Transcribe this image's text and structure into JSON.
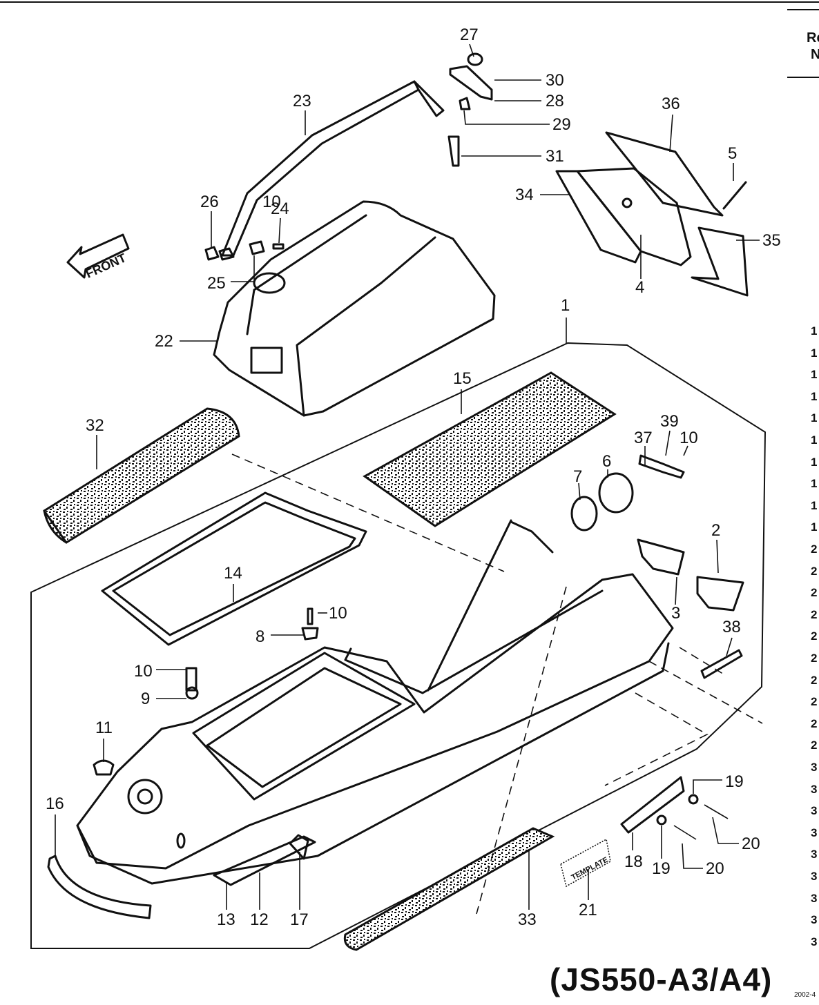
{
  "title": "(JS550-A3/A4)",
  "sheet_code": "2002-4",
  "front_label": "FRONT",
  "template_label": "TEMPLATE",
  "margin_header": [
    "Re",
    "N"
  ],
  "callouts": [
    "1",
    "2",
    "3",
    "4",
    "5",
    "6",
    "7",
    "8",
    "9",
    "10",
    "10",
    "10",
    "10",
    "11",
    "12",
    "13",
    "14",
    "15",
    "16",
    "17",
    "18",
    "19",
    "19",
    "20",
    "20",
    "21",
    "22",
    "23",
    "24",
    "25",
    "26",
    "27",
    "28",
    "29",
    "30",
    "31",
    "32",
    "33",
    "34",
    "35",
    "36",
    "37",
    "38",
    "39"
  ],
  "margin_column": [
    "1",
    "1",
    "1",
    "1",
    "1",
    "1",
    "1",
    "1",
    "1",
    "1",
    "2",
    "2",
    "2",
    "2",
    "2",
    "2",
    "2",
    "2",
    "2",
    "2",
    "3",
    "3",
    "3",
    "3",
    "3",
    "3",
    "3",
    "3",
    "3"
  ]
}
